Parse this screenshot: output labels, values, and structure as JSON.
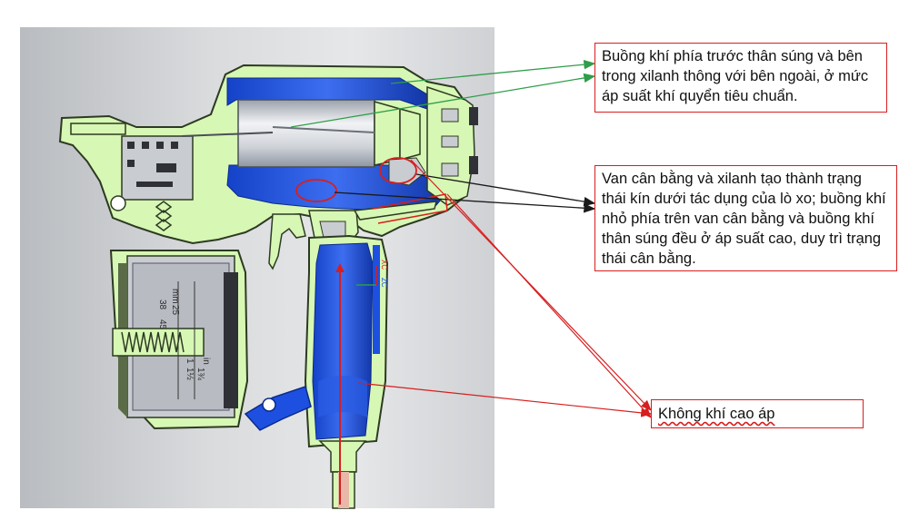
{
  "callouts": {
    "front_chamber": "Buồng khí phía trước thân súng và bên trong xilanh thông với bên ngoài, ở mức áp suất khí quyển tiêu chuẩn.",
    "balance_valve": "Van cân bằng và xilanh tạo thành trạng thái kín dưới tác dụng của lò xo; buồng khí nhỏ phía trên van cân bằng và buồng khí thân súng đều ở áp suất cao, duy trì trạng thái cân bằng.",
    "high_pressure": "Không khí cao áp"
  },
  "scale_labels": {
    "mm": "mm",
    "in": "in",
    "v45": "45",
    "v38": "38",
    "v25": "25",
    "f1": "1",
    "f1_1_2": "1½",
    "f1_3_4": "1¾"
  },
  "axis_labels": {
    "x": "XC",
    "z": "ZC"
  },
  "colors": {
    "body": "#d7f7b4",
    "body_outline": "#2d3a22",
    "high_pressure": "#1d50e0",
    "cylinder": "#c7ccd4",
    "arrow_green": "#2e9e48",
    "arrow_black": "#1a1a1a",
    "arrow_red": "#d81e1e"
  }
}
